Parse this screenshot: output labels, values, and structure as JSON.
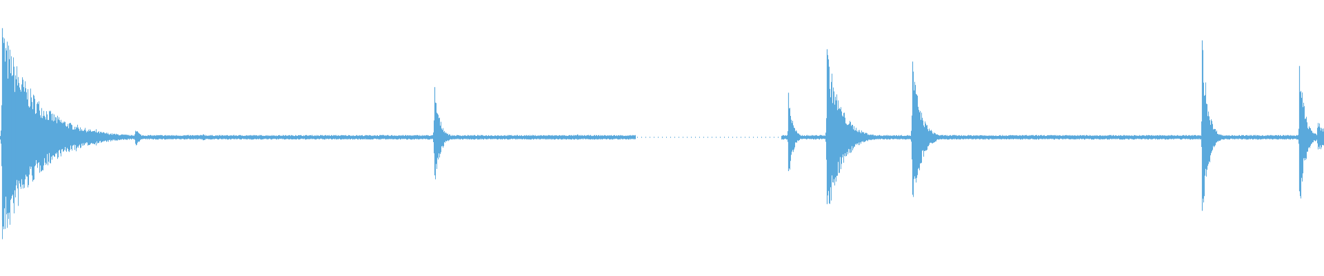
{
  "waveform": {
    "color": "#5aa9dc",
    "background": "#ffffff",
    "baseline_amplitude": 0.02,
    "transients": [
      {
        "t": 0.0015,
        "peak": 0.98,
        "decay": 0.025,
        "lowered": 0.06
      },
      {
        "t": 0.009,
        "peak": 0.55,
        "decay": 0.01
      },
      {
        "t": 0.012,
        "peak": 0.52,
        "decay": 0.01
      },
      {
        "t": 0.042,
        "peak": 0.12,
        "decay": 0.004
      },
      {
        "t": 0.057,
        "peak": 0.15,
        "decay": 0.004
      },
      {
        "t": 0.072,
        "peak": 0.08,
        "decay": 0.003
      },
      {
        "t": 0.102,
        "peak": 0.1,
        "decay": 0.003
      },
      {
        "t": 0.153,
        "peak": 0.04,
        "decay": 0.003
      },
      {
        "t": 0.223,
        "peak": 0.03,
        "decay": 0.002
      },
      {
        "t": 0.328,
        "peak": 0.45,
        "decay": 0.004
      },
      {
        "t": 0.436,
        "peak": 0.03,
        "decay": 0.002
      },
      {
        "t": 0.5955,
        "peak": 0.4,
        "decay": 0.003
      },
      {
        "t": 0.6245,
        "peak": 0.79,
        "decay": 0.01
      },
      {
        "t": 0.689,
        "peak": 0.68,
        "decay": 0.006
      },
      {
        "t": 0.695,
        "peak": 0.1,
        "decay": 0.003
      },
      {
        "t": 0.908,
        "peak": 0.87,
        "decay": 0.004
      },
      {
        "t": 0.9815,
        "peak": 0.64,
        "decay": 0.004
      },
      {
        "t": 0.995,
        "peak": 0.14,
        "decay": 0.008
      }
    ],
    "quiet_ranges": [
      {
        "start": 0.48,
        "end": 0.59
      }
    ]
  }
}
